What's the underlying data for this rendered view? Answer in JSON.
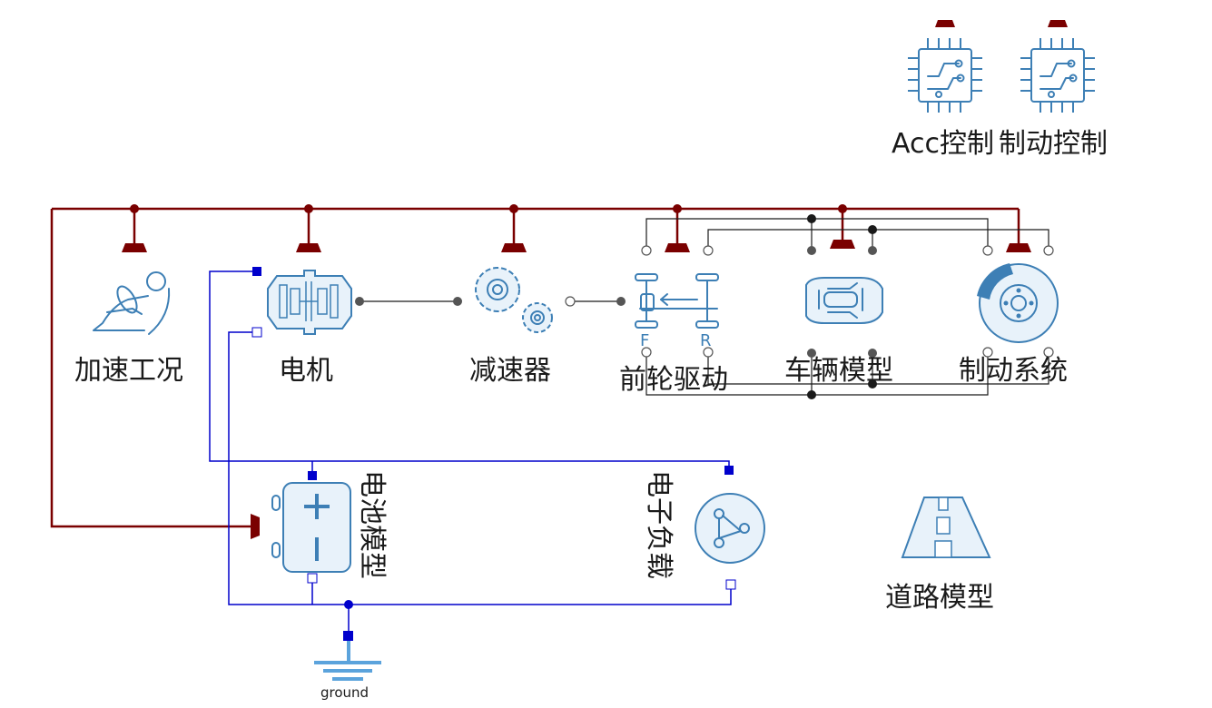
{
  "components": {
    "acc_control": "Acc控制",
    "brake_control": "制动控制",
    "accel_condition": "加速工况",
    "motor": "电机",
    "reducer": "减速器",
    "front_drive": "前轮驱动",
    "front_drive_F": "F",
    "front_drive_R": "R",
    "vehicle_model": "车辆模型",
    "brake_system": "制动系统",
    "battery_model": "电池模型",
    "electronic_load": "电子负载",
    "road_model": "道路模型",
    "ground": "ground"
  },
  "colors": {
    "bus": "#7a0000",
    "electric": "#0000cc",
    "mechanical": "#1a1a1a",
    "icon": "#3d7fb5",
    "icon_fill": "#e8f2fa"
  }
}
